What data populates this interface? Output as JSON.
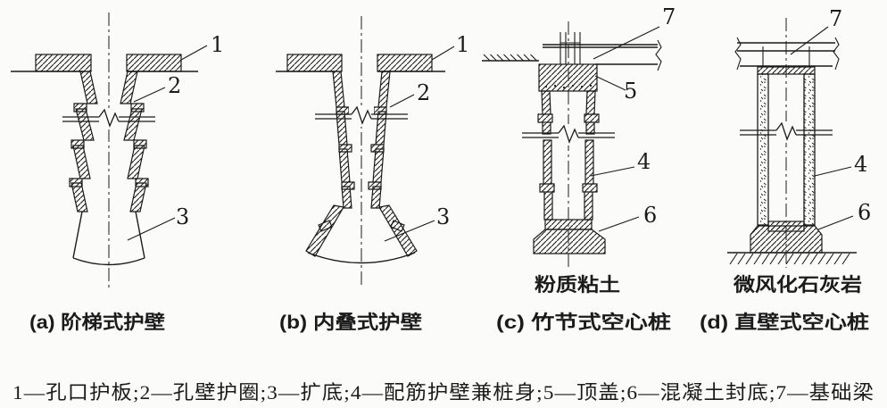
{
  "colors": {
    "ink": "#1b1b1b",
    "paper": "#fbfbf9"
  },
  "panels": {
    "a": {
      "caption": "(a) 阶梯式护壁",
      "c1": "1",
      "c2": "2",
      "c3": "3"
    },
    "b": {
      "caption": "(b) 内叠式护壁",
      "c1": "1",
      "c2": "2",
      "c3": "3"
    },
    "c": {
      "caption": "(c) 竹节式空心桩",
      "soil": "粉质粘土",
      "c7": "7",
      "c5": "5",
      "c4": "4",
      "c6": "6"
    },
    "d": {
      "caption": "(d) 直壁式空心桩",
      "soil": "微风化石灰岩",
      "c7": "7",
      "c4": "4",
      "c6": "6"
    }
  },
  "legend": {
    "text": "1—孔口护板;2—孔壁护圈;3—扩底;4—配筋护壁兼桩身;5—顶盖;6—混凝土封底;7—基础梁"
  }
}
